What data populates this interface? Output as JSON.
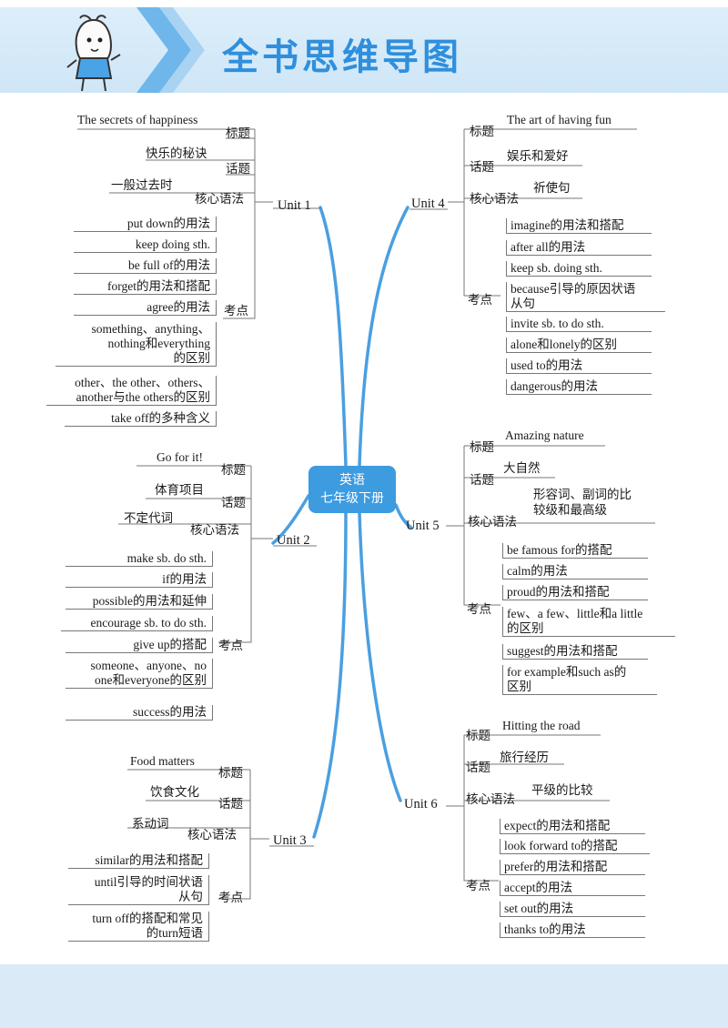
{
  "header": {
    "title": "全书思维导图"
  },
  "center": {
    "line1": "英语",
    "line2": "七年级下册"
  },
  "tags": {
    "title": "标题",
    "topic": "话题",
    "grammar": "核心语法",
    "points": "考点"
  },
  "unit1": {
    "name": "Unit 1",
    "title": "The secrets of happiness",
    "topic": "快乐的秘诀",
    "grammar": "一般过去时",
    "points": [
      "put down的用法",
      "keep doing sth.",
      "be full of的用法",
      "forget的用法和搭配",
      "agree的用法",
      "something、anything、",
      "nothing和everything",
      "的区别",
      "other、the other、others、",
      "another与the others的区别",
      "take off的多种含义"
    ]
  },
  "unit2": {
    "name": "Unit 2",
    "title": "Go for it!",
    "topic": "体育项目",
    "grammar": "不定代词",
    "points": [
      "make sb. do sth.",
      "if的用法",
      "possible的用法和延伸",
      "encourage sb. to do sth.",
      "give up的搭配",
      "someone、anyone、no",
      "one和everyone的区别",
      "success的用法"
    ]
  },
  "unit3": {
    "name": "Unit 3",
    "title": "Food matters",
    "topic": "饮食文化",
    "grammar": "系动词",
    "points": [
      "similar的用法和搭配",
      "until引导的时间状语",
      "从句",
      "turn off的搭配和常见",
      "的turn短语"
    ]
  },
  "unit4": {
    "name": "Unit 4",
    "title": "The art of having fun",
    "topic": "娱乐和爱好",
    "grammar": "祈使句",
    "points": [
      "imagine的用法和搭配",
      "after all的用法",
      "keep sb. doing sth.",
      "because引导的原因状语",
      "从句",
      "invite sb. to do sth.",
      "alone和lonely的区别",
      "used to的用法",
      "dangerous的用法"
    ]
  },
  "unit5": {
    "name": "Unit 5",
    "title": "Amazing nature",
    "topic": "大自然",
    "grammar1": "形容词、副词的比",
    "grammar2": "较级和最高级",
    "points": [
      "be famous for的搭配",
      "calm的用法",
      "proud的用法和搭配",
      "few、a few、little和a little",
      "的区别",
      "suggest的用法和搭配",
      "for example和such as的",
      "区别"
    ]
  },
  "unit6": {
    "name": "Unit 6",
    "title": "Hitting the road",
    "topic": "旅行经历",
    "grammar": "平级的比较",
    "points": [
      "expect的用法和搭配",
      "look forward to的搭配",
      "prefer的用法和搭配",
      "accept的用法",
      "set out的用法",
      "thanks to的用法"
    ]
  }
}
